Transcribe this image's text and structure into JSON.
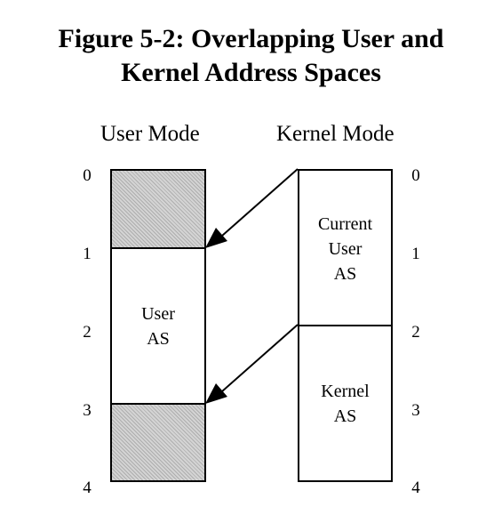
{
  "title": {
    "line1": "Figure 5-2: Overlapping User and",
    "line2": "Kernel Address Spaces"
  },
  "columns": {
    "user_mode": "User Mode",
    "kernel_mode": "Kernel Mode"
  },
  "ticks": [
    "0",
    "1",
    "2",
    "3",
    "4"
  ],
  "user_column": {
    "blocks": [
      {
        "label_lines": [],
        "shaded": true
      },
      {
        "label_lines": [
          "User",
          "AS"
        ],
        "shaded": false
      },
      {
        "label_lines": [],
        "shaded": true
      }
    ]
  },
  "kernel_column": {
    "blocks": [
      {
        "label_lines": [
          "Current",
          "User",
          "AS"
        ],
        "shaded": false
      },
      {
        "label_lines": [
          "Kernel",
          "AS"
        ],
        "shaded": false
      }
    ]
  },
  "arrows": [
    {
      "from": "current-user-as-block",
      "to": "user-as-block-top"
    },
    {
      "from": "kernel-as-block",
      "to": "lower-reserved-block"
    }
  ],
  "colors": {
    "stroke": "#000000",
    "shading": "#d4d4d4"
  }
}
